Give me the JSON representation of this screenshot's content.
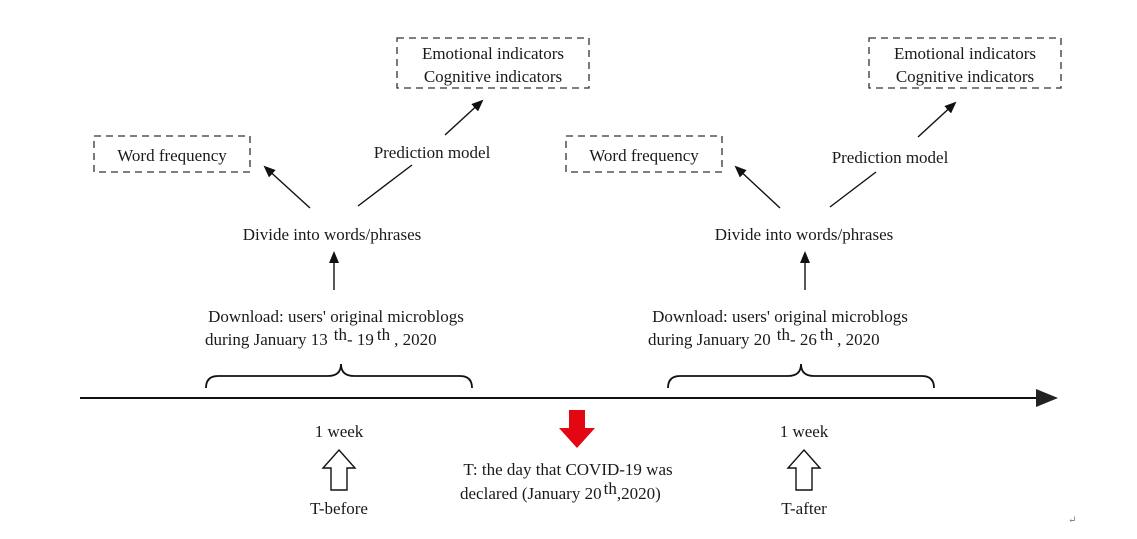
{
  "colors": {
    "ink": "#1a1a1a",
    "event_arrow": "#e30613",
    "background": "#ffffff"
  },
  "left": {
    "indicator_line1": "Emotional indicators",
    "indicator_line2": "Cognitive indicators",
    "word_frequency": "Word frequency",
    "prediction_model": "Prediction model",
    "divide": "Divide into words/phrases",
    "download_line1": "Download: users' original microblogs",
    "download_line2_a": "during January 13",
    "download_line2_sup1": "th",
    "download_line2_b": "- 19",
    "download_line2_sup2": "th",
    "download_line2_c": ", 2020",
    "period": "1 week",
    "marker": "T-before"
  },
  "right": {
    "indicator_line1": "Emotional indicators",
    "indicator_line2": "Cognitive indicators",
    "word_frequency": "Word frequency",
    "prediction_model": "Prediction model",
    "divide": "Divide into words/phrases",
    "download_line1": "Download: users' original microblogs",
    "download_line2_a": "during January 20",
    "download_line2_sup1": "th",
    "download_line2_b": "- 26",
    "download_line2_sup2": "th",
    "download_line2_c": ", 2020",
    "period": "1 week",
    "marker": "T-after"
  },
  "event": {
    "line1": "T: the day that COVID-19 was",
    "line2_a": "declared (January 20",
    "line2_sup": "th",
    "line2_b": ",2020)"
  },
  "return_mark": "↵"
}
